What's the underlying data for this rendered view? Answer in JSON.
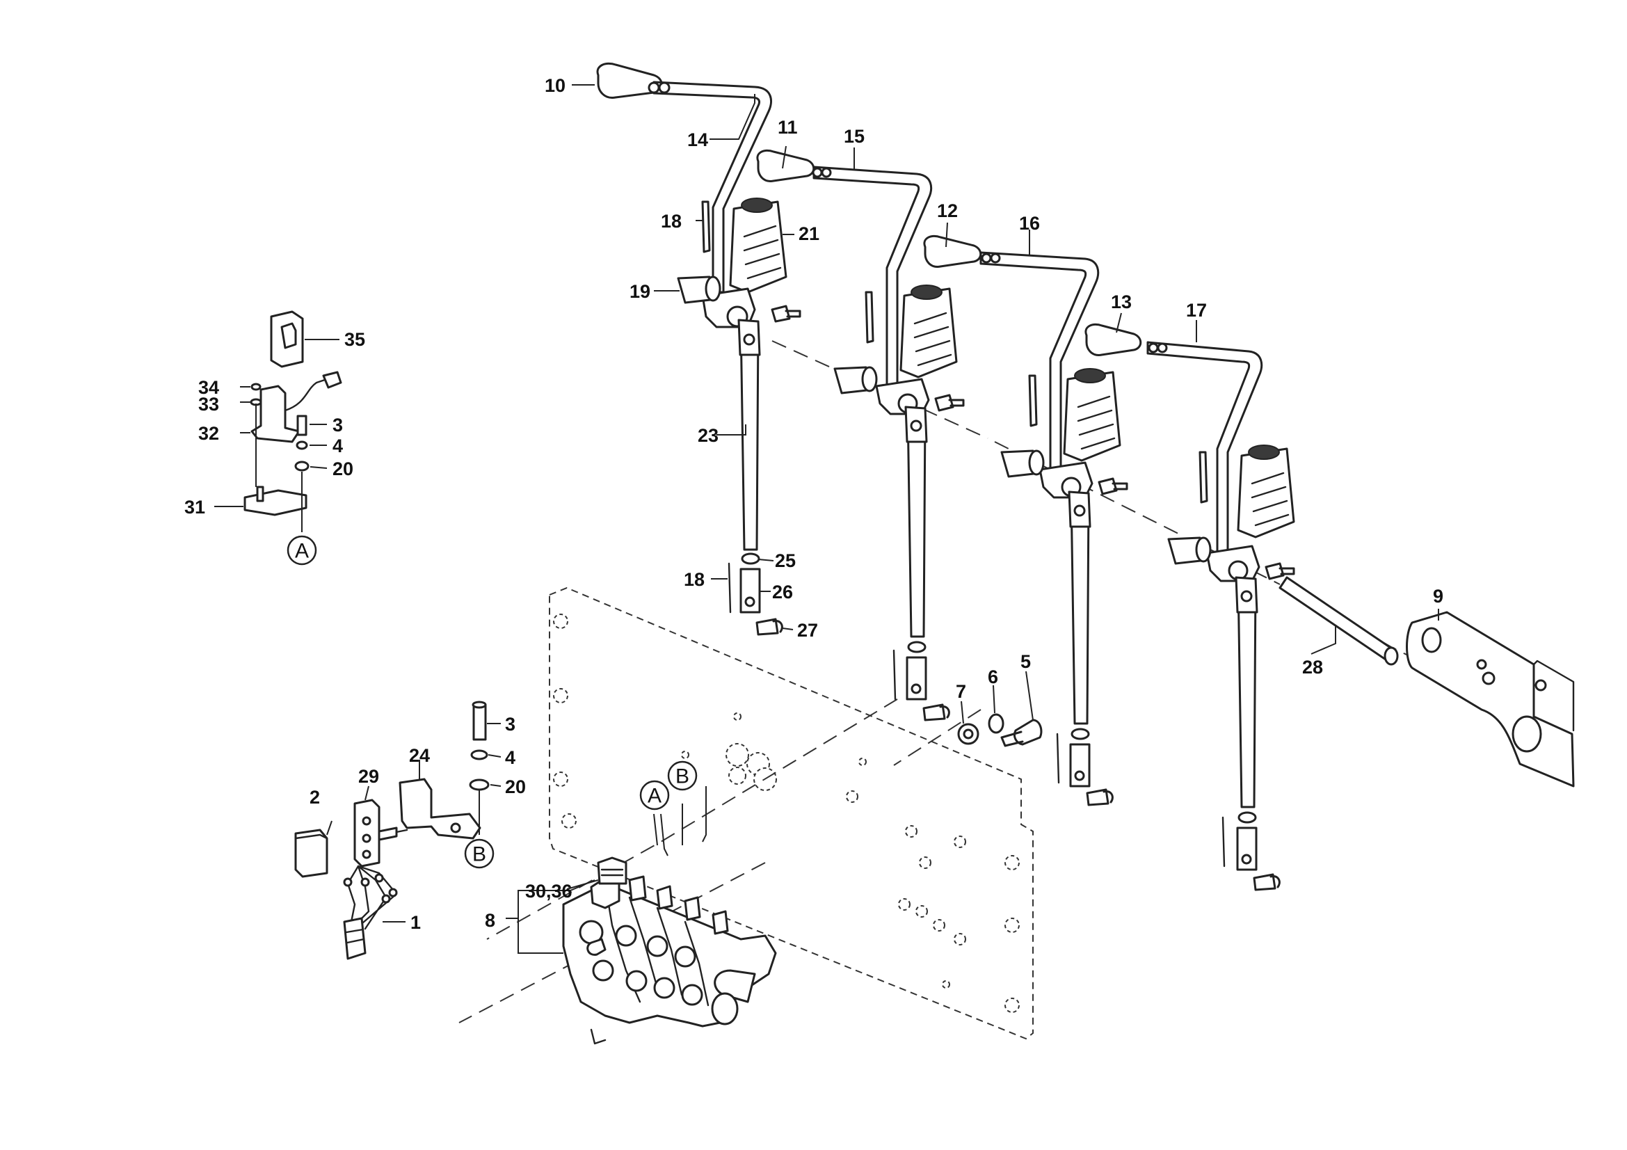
{
  "diagram": {
    "callouts": {
      "c1": "1",
      "c2": "2",
      "c3a": "3",
      "c3b": "3",
      "c4a": "4",
      "c4b": "4",
      "c5": "5",
      "c6": "6",
      "c7": "7",
      "c8": "8",
      "c9": "9",
      "c10": "10",
      "c11": "11",
      "c12": "12",
      "c13": "13",
      "c14": "14",
      "c15": "15",
      "c16": "16",
      "c17": "17",
      "c18a": "18",
      "c18b": "18",
      "c19": "19",
      "c20a": "20",
      "c20b": "20",
      "c21": "21",
      "c23": "23",
      "c24": "24",
      "c25": "25",
      "c26": "26",
      "c27": "27",
      "c28": "28",
      "c29": "29",
      "c30_36": "30,36",
      "c31": "31",
      "c32": "32",
      "c33": "33",
      "c34": "34",
      "c35": "35"
    },
    "refs": {
      "refA_bracket": "A",
      "refA_valve": "A",
      "refB_valve": "B",
      "refB_bracket": "B"
    }
  }
}
